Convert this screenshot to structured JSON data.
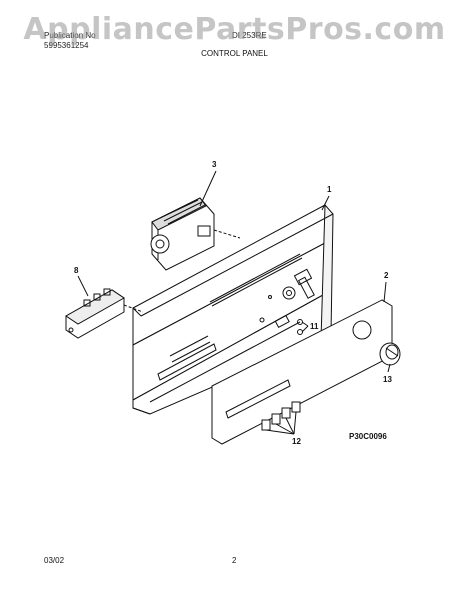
{
  "header": {
    "left_line1": "Publication No",
    "left_line2": "5995361254",
    "model": "DI 253RE",
    "section_title": "CONTROL PANEL"
  },
  "watermark": "AppliancePartsPros.com",
  "diagram": {
    "callouts": [
      "1",
      "2",
      "3",
      "8",
      "11",
      "12",
      "13"
    ],
    "figure_code": "P30C0096"
  },
  "footer": {
    "date": "03/02",
    "page": "2"
  }
}
